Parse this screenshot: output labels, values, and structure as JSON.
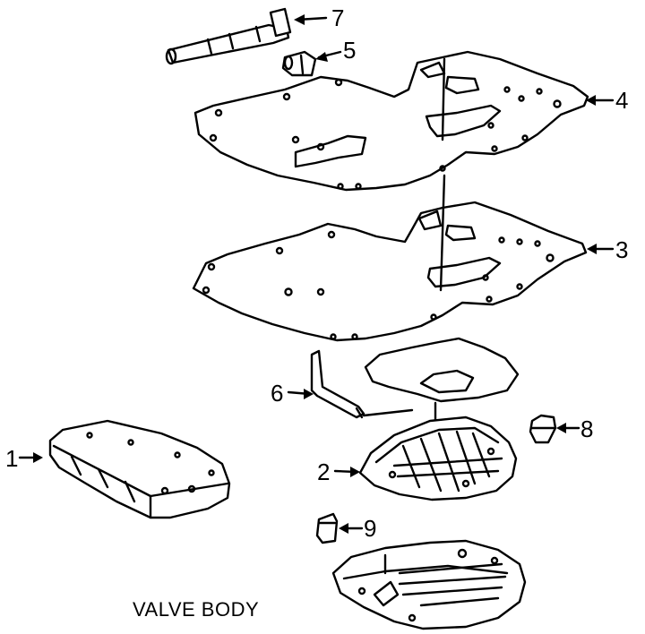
{
  "diagram": {
    "caption": "VALVE BODY",
    "callouts": [
      {
        "id": "1",
        "label": "1"
      },
      {
        "id": "2",
        "label": "2"
      },
      {
        "id": "3",
        "label": "3"
      },
      {
        "id": "4",
        "label": "4"
      },
      {
        "id": "5",
        "label": "5"
      },
      {
        "id": "6",
        "label": "6"
      },
      {
        "id": "7",
        "label": "7"
      },
      {
        "id": "8",
        "label": "8"
      },
      {
        "id": "9",
        "label": "9"
      }
    ]
  }
}
